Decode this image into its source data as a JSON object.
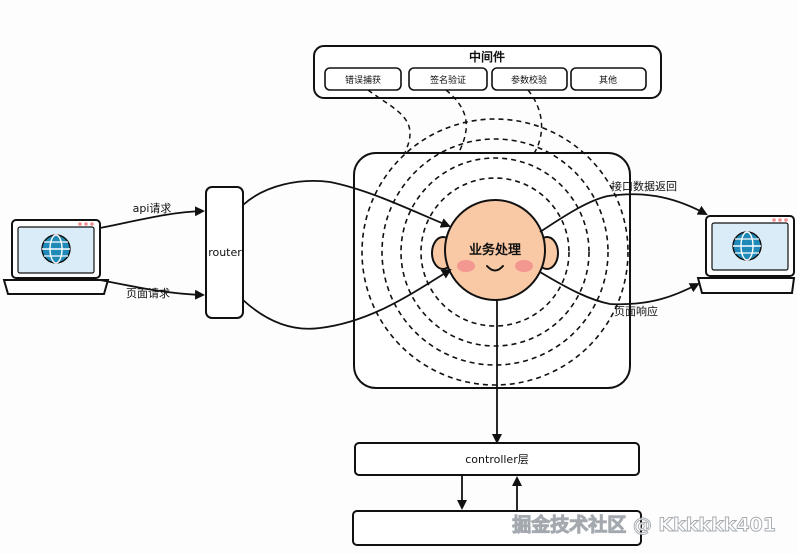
{
  "middleware": {
    "title": "中间件",
    "items": [
      "错误捕获",
      "签名验证",
      "参数校验",
      "其他"
    ]
  },
  "router_label": "router",
  "requests": {
    "api": "api请求",
    "page": "页面请求"
  },
  "core": {
    "label": "业务处理"
  },
  "responses": {
    "api": "接口数据返回",
    "page": "页面响应"
  },
  "controller_label": "controller层",
  "bottom_layer_label": "",
  "watermark": "掘金技术社区 @ Kkkkkk401",
  "colors": {
    "stroke": "#111111",
    "face": "#f9c8a4",
    "cheek": "#f28e8e",
    "screen": "#d9ecf8",
    "globe": "#1f8ab8",
    "laptop_body": "#ffffff"
  },
  "icons": {
    "client": "laptop-icon",
    "web": "globe-icon"
  }
}
